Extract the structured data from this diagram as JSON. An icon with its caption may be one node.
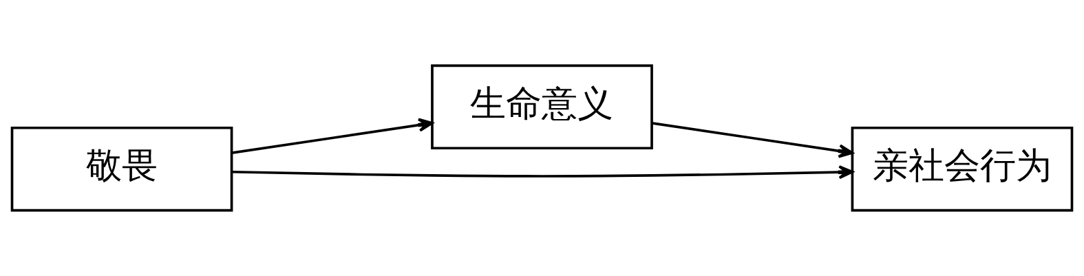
{
  "diagram": {
    "nodes": [
      {
        "text": [
          "敬畏"
        ]
      },
      {
        "text": [
          "生命意义"
        ]
      },
      {
        "text": [
          "亲社会行为"
        ]
      }
    ],
    "edges": [
      {
        "from": 0,
        "to": 1,
        "arrow": "to"
      },
      {
        "from": 1,
        "to": 2,
        "arrow": "to"
      },
      {
        "from": 0,
        "to": 2,
        "arrow": "to"
      }
    ]
  }
}
